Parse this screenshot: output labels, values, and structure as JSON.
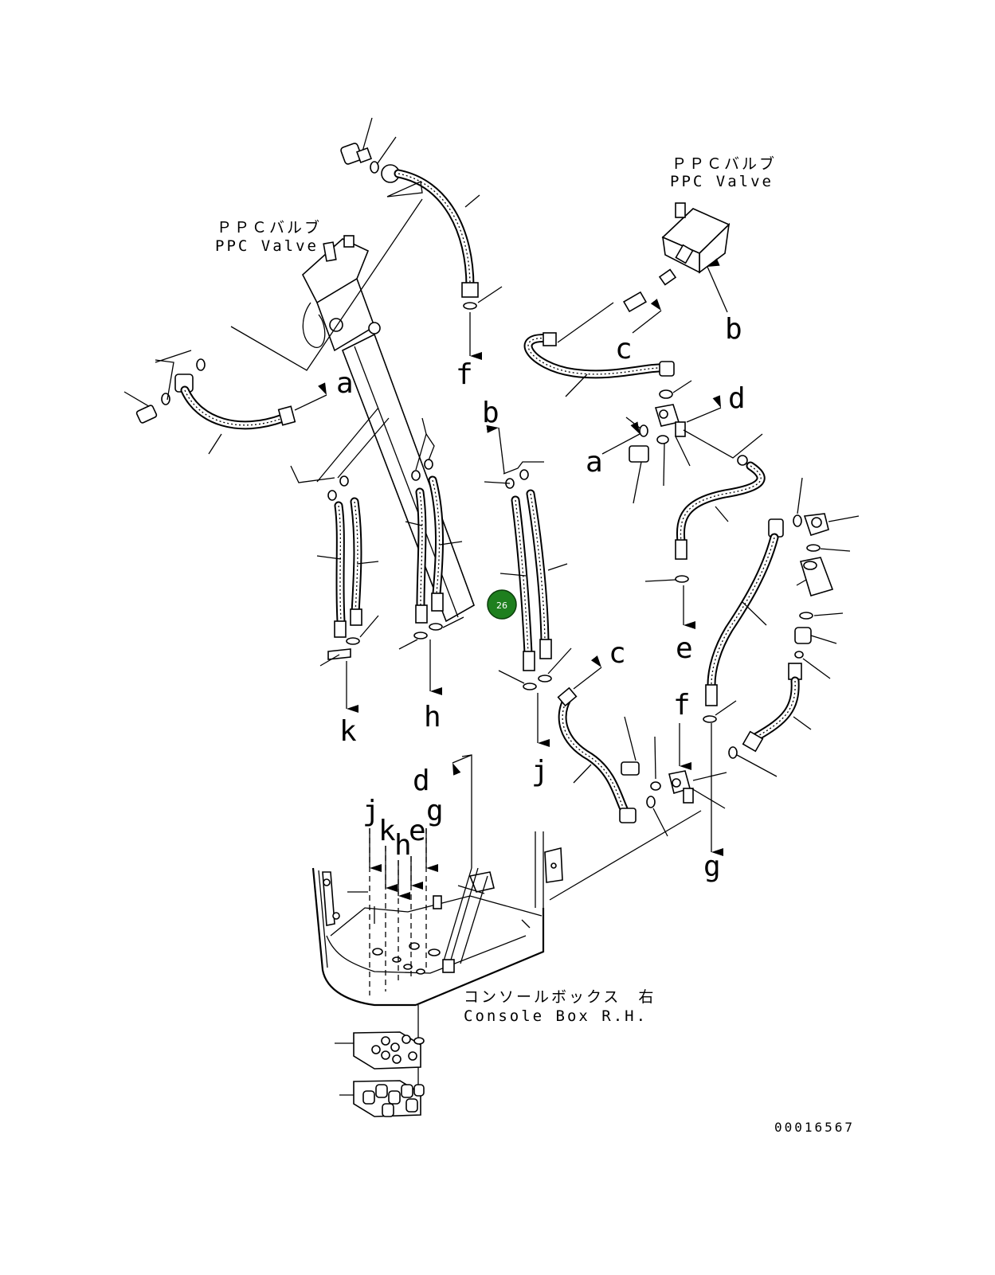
{
  "diagram": {
    "labels": {
      "ppc_valve_left_jp": "ＰＰＣバルブ",
      "ppc_valve_left_en": "PPC Valve",
      "ppc_valve_right_jp": "ＰＰＣバルブ",
      "ppc_valve_right_en": "PPC Valve",
      "console_box_jp": "コンソールボックス　右",
      "console_box_en": "Console Box R.H.",
      "drawing_number": "00016567"
    },
    "connection_letters": {
      "a1": "a",
      "a2": "a",
      "b1": "b",
      "b2": "b",
      "c1": "c",
      "c2": "c",
      "d1": "d",
      "d2": "d",
      "e1": "e",
      "e2": "e",
      "f1": "f",
      "f2": "f",
      "g1": "g",
      "g2": "g",
      "h1": "h",
      "h2": "h",
      "j1": "j",
      "j2": "j",
      "k1": "k",
      "k2": "k"
    },
    "highlight": {
      "number": "26",
      "color": "#1e7f1e"
    }
  }
}
